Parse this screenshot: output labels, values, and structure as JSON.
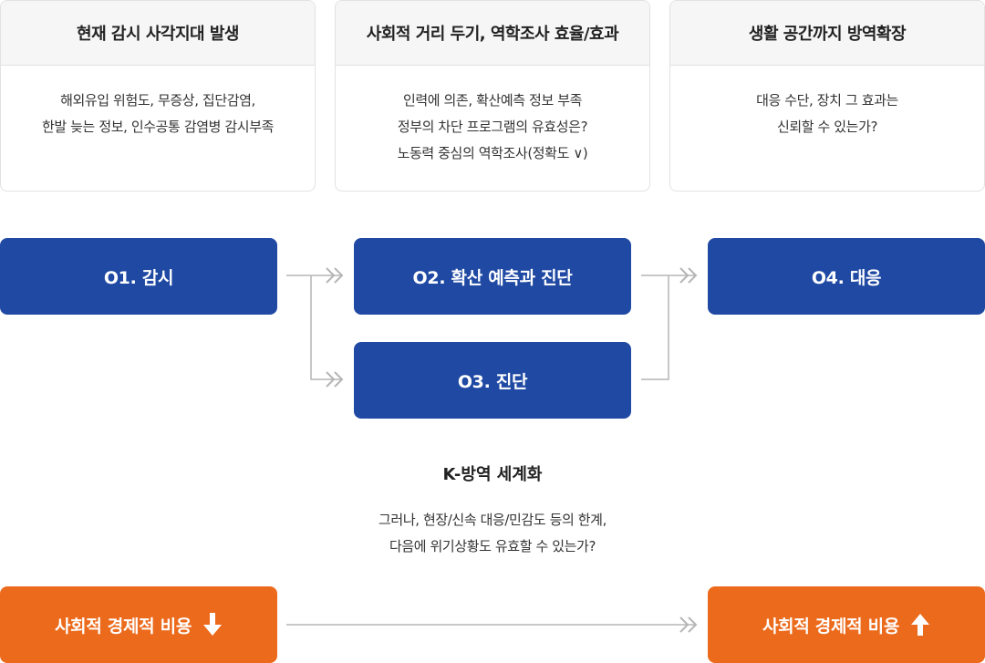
{
  "issues": [
    {
      "title": "현재 감시 사각지대 발생",
      "lines": [
        "해외유입 위험도, 무증상, 집단감염,",
        "한발 늦는 정보, 인수공통 감염병 감시부족"
      ]
    },
    {
      "title": "사회적 거리 두기, 역학조사 효율/효과",
      "lines": [
        "인력에 의존, 확산예측 정보 부족",
        "정부의 차단 프로그램의 유효성은?",
        "노동력 중심의 역학조사(정확도 ∨)"
      ]
    },
    {
      "title": "생활 공간까지 방역확장",
      "lines": [
        "대응 수단, 장치 그 효과는",
        "신뢰할 수 있는가?"
      ]
    }
  ],
  "stages": {
    "s1": "O1. 감시",
    "s2": "O2. 확산 예측과 진단",
    "s3": "O3. 진단",
    "s4": "O4. 대응"
  },
  "center": {
    "title": "K-방역 세계화",
    "lines": [
      "그러나, 현장/신속 대응/민감도 등의 한계,",
      "다음에 위기상황도 유효할 수 있는가?"
    ]
  },
  "costs": {
    "left": {
      "label": "사회적 경제적 비용",
      "icon": "arrow-down-icon"
    },
    "right": {
      "label": "사회적 경제적 비용",
      "icon": "arrow-up-icon"
    }
  },
  "colors": {
    "stage": "#1f49a3",
    "cost": "#ec6a1b",
    "connector": "#b5b5b5"
  }
}
